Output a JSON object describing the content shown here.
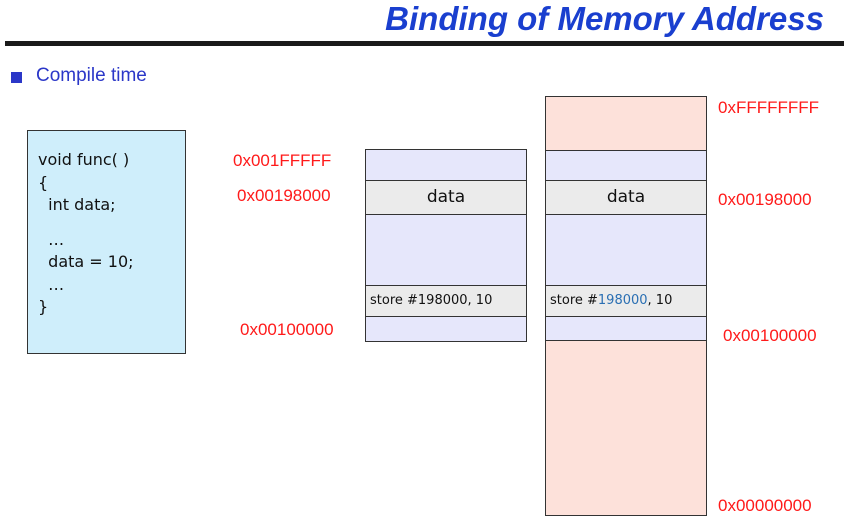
{
  "title": "Binding of Memory Address",
  "bullet": "Compile time",
  "code": {
    "lines": [
      "void func( )",
      "{",
      "  int data;",
      "",
      "  …",
      "  data = 10;",
      "  …",
      "}"
    ]
  },
  "left_memory": {
    "top_addr": "0x001FFFFF",
    "data_addr": "0x00198000",
    "bottom_addr": "0x00100000",
    "data_label": "data",
    "store_text": "store #198000, 10"
  },
  "right_memory": {
    "top_addr": "0xFFFFFFFF",
    "data_addr": "0x00198000",
    "mid_addr": "0x00100000",
    "bottom_addr": "0x00000000",
    "data_label": "data",
    "store_prefix": "store #",
    "store_highlight": "198000",
    "store_suffix": ", 10"
  },
  "colors": {
    "title": "#1a3fcf",
    "bullet": "#2b37c8",
    "address": "#ff1a1a",
    "code_box": "#cfeefb",
    "memory_light": "#e6e7fb",
    "memory_grey": "#ebebeb",
    "memory_pink": "#fde1da",
    "store_highlight": "#2a6fb3"
  }
}
